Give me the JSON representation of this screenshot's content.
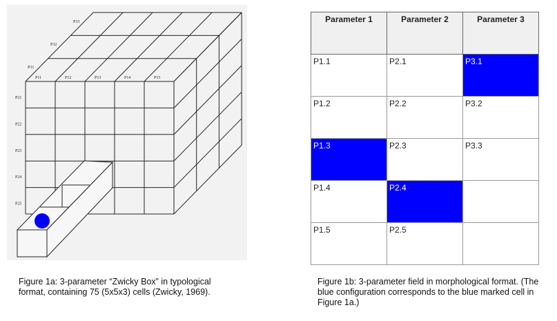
{
  "figure_1a": {
    "front_labels": [
      "P11",
      "P12",
      "P13",
      "P14",
      "P15"
    ],
    "side_labels": [
      "P21",
      "P22",
      "P23",
      "P24",
      "P25"
    ],
    "depth_labels": [
      "P31",
      "P32",
      "P33"
    ],
    "marker_color": "#0000ff",
    "caption": "Figure  1a: 3-parameter “Zwicky Box”  in typological format, containing 75 (5x5x3) cells (Zwicky, 1969)."
  },
  "figure_1b": {
    "headers": [
      "Parameter 1",
      "Parameter 2",
      "Parameter 3"
    ],
    "rows": [
      [
        "P1.1",
        "P2.1",
        "P3.1"
      ],
      [
        "P1.2",
        "P2.2",
        "P3.2"
      ],
      [
        "P1.3",
        "P2.3",
        "P3.3"
      ],
      [
        "P1.4",
        "P2.4",
        ""
      ],
      [
        "P1.5",
        "P2.5",
        ""
      ]
    ],
    "selected": [
      "P1.3",
      "P2.4",
      "P3.1"
    ],
    "highlight_color": "#0000ff",
    "caption": "Figure  1b: 3-parameter  field in morphological format. (The blue configuration corresponds to the blue marked cell in Figure 1a.)"
  }
}
